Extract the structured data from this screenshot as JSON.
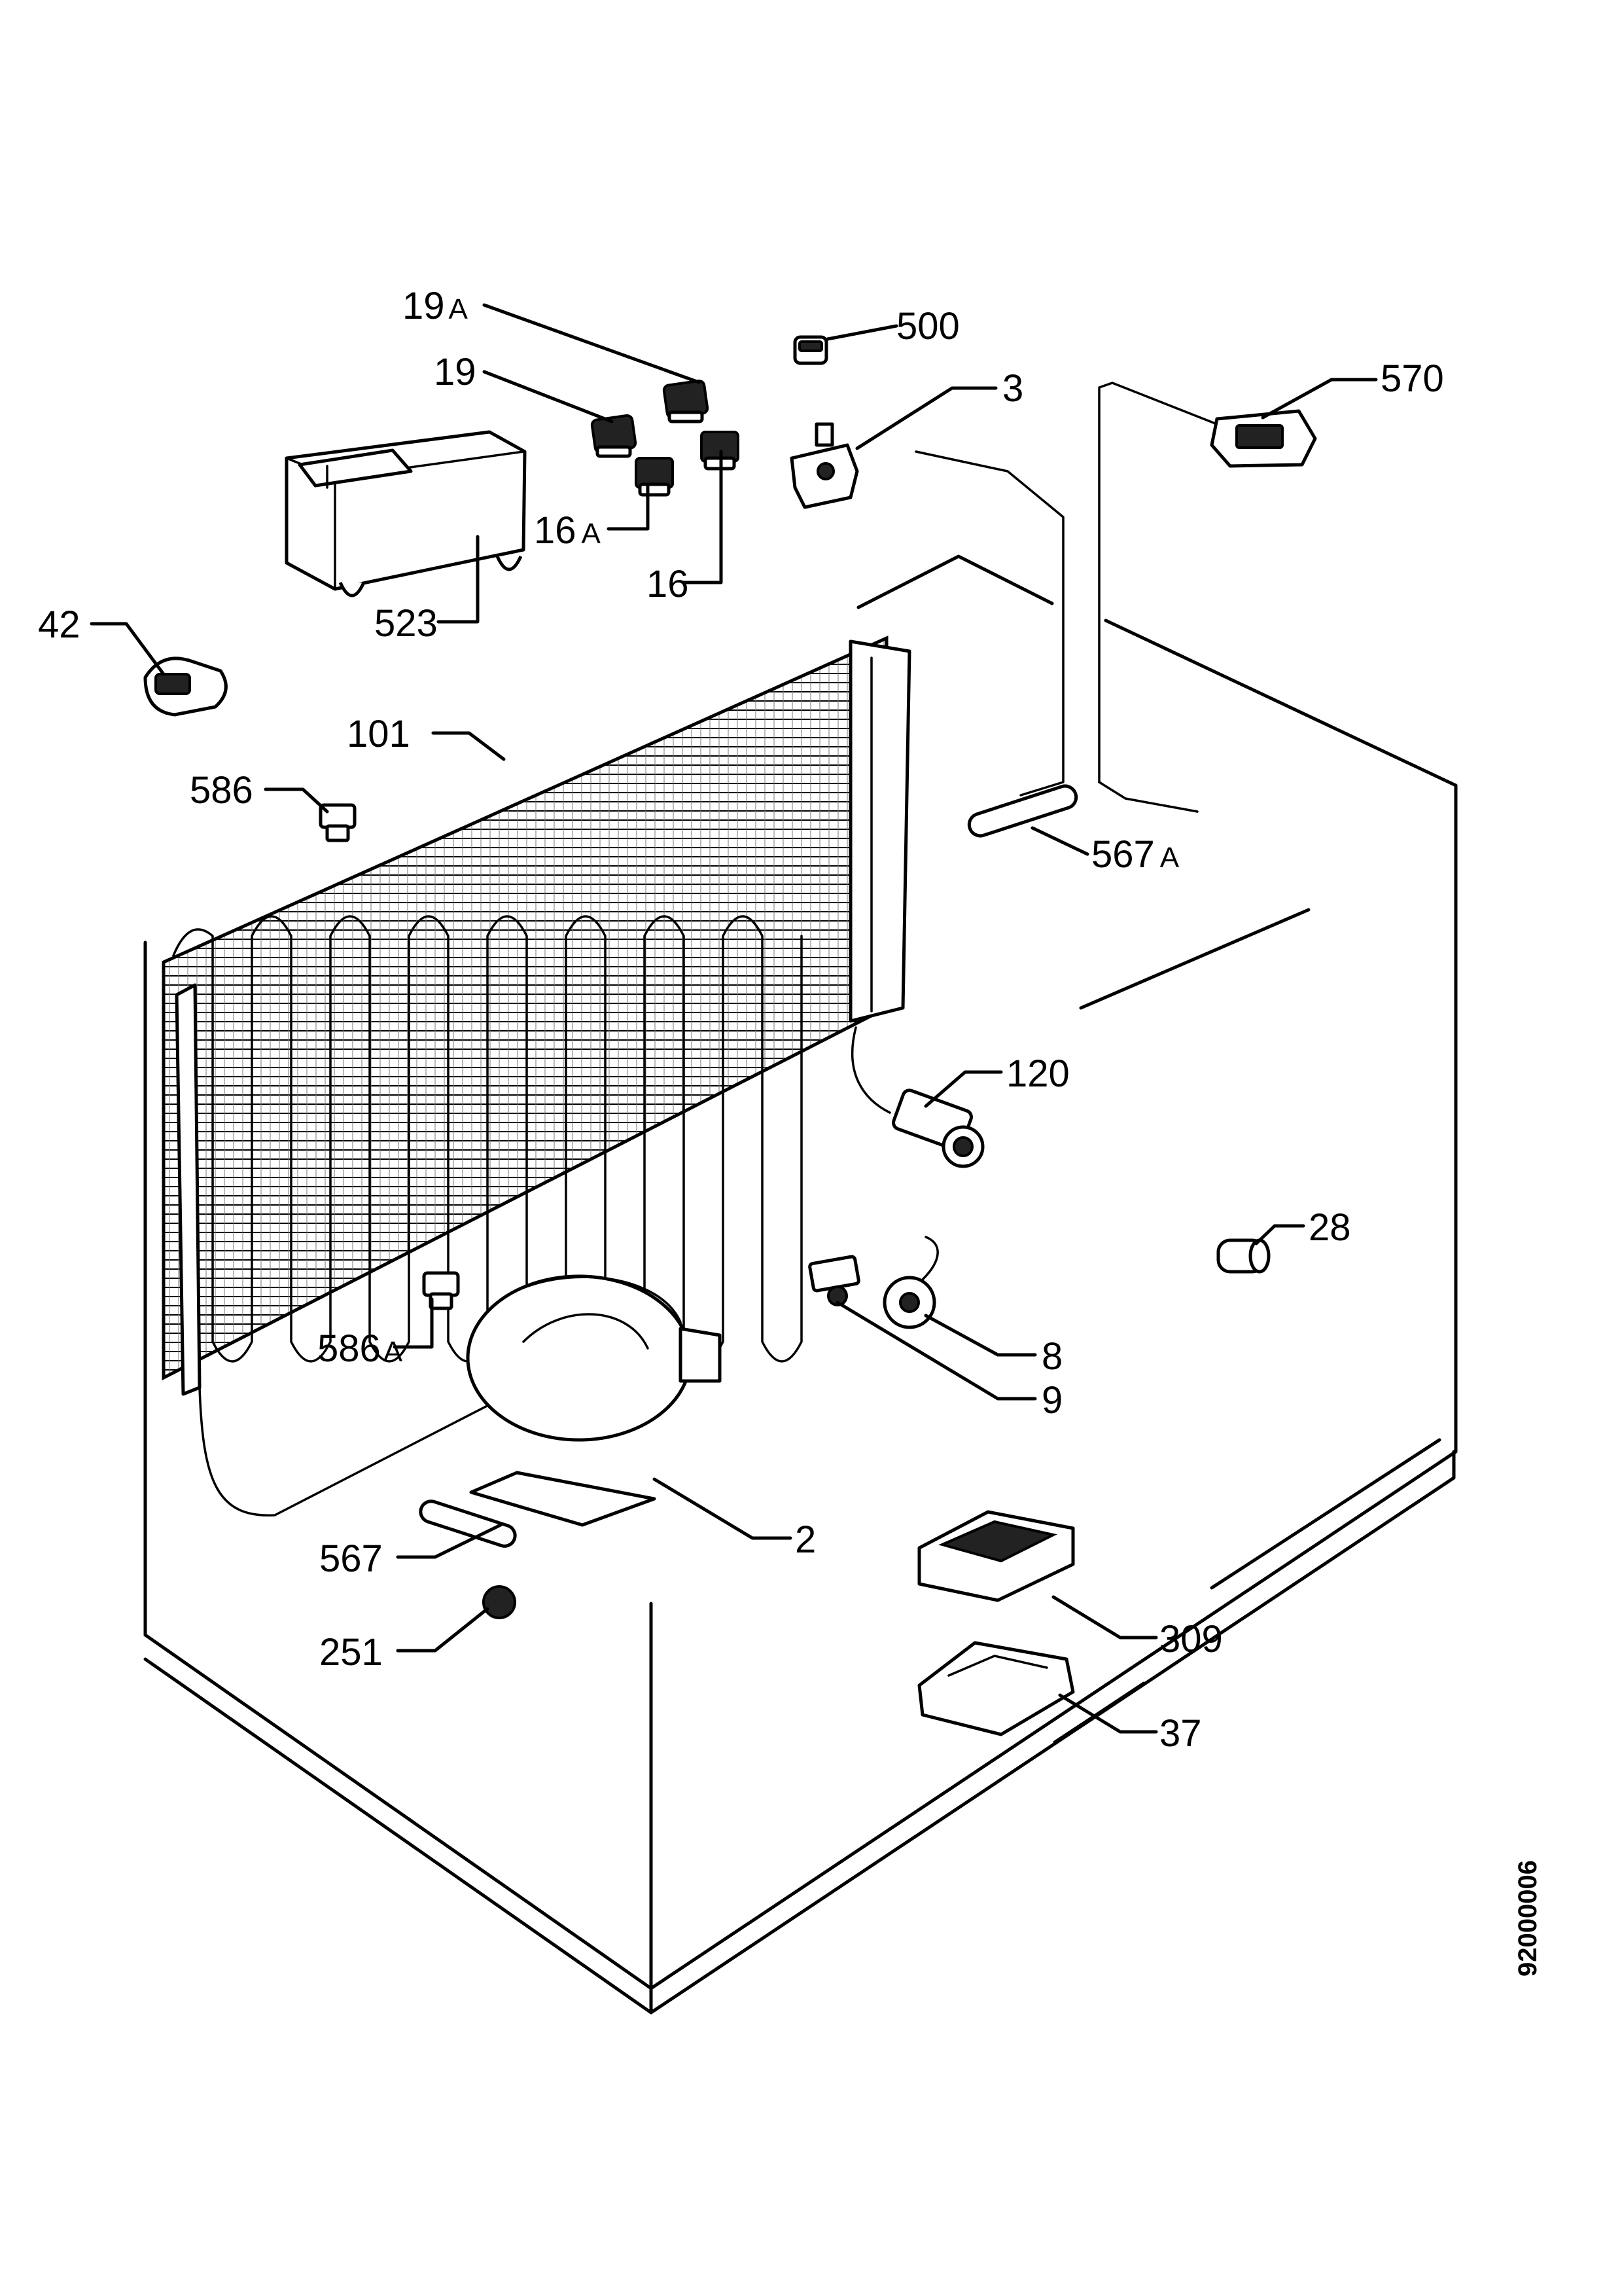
{
  "drawing": {
    "code": "92000006",
    "labels": [
      {
        "id": "19a",
        "num": "19",
        "suffix": "A"
      },
      {
        "id": "500",
        "num": "500"
      },
      {
        "id": "19",
        "num": "19"
      },
      {
        "id": "3",
        "num": "3"
      },
      {
        "id": "570",
        "num": "570"
      },
      {
        "id": "16a",
        "num": "16",
        "suffix": "A"
      },
      {
        "id": "16",
        "num": "16"
      },
      {
        "id": "523",
        "num": "523"
      },
      {
        "id": "42",
        "num": "42"
      },
      {
        "id": "101",
        "num": "101"
      },
      {
        "id": "586",
        "num": "586"
      },
      {
        "id": "567a",
        "num": "567",
        "suffix": "A"
      },
      {
        "id": "120",
        "num": "120"
      },
      {
        "id": "28",
        "num": "28"
      },
      {
        "id": "586a",
        "num": "586",
        "suffix": "A"
      },
      {
        "id": "8",
        "num": "8"
      },
      {
        "id": "9",
        "num": "9"
      },
      {
        "id": "2",
        "num": "2"
      },
      {
        "id": "567",
        "num": "567"
      },
      {
        "id": "309",
        "num": "309"
      },
      {
        "id": "251",
        "num": "251"
      },
      {
        "id": "37",
        "num": "37"
      }
    ]
  }
}
